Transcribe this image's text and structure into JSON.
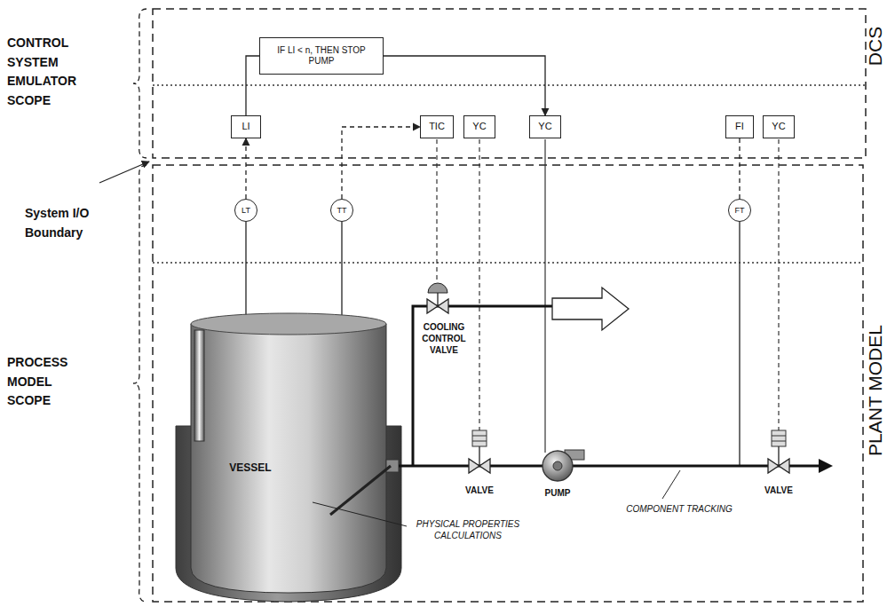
{
  "diagram": {
    "nodes": [
      {
        "text": [
          "IF LI < n, THEN STOP PUMP"
        ]
      },
      {
        "text": [
          "LI"
        ]
      },
      {
        "text": [
          "TIC"
        ]
      },
      {
        "text": [
          "YC"
        ]
      },
      {
        "text": [
          "YC"
        ]
      },
      {
        "text": [
          "FI"
        ]
      },
      {
        "text": [
          "YC"
        ]
      },
      {
        "text": [
          "LT"
        ]
      },
      {
        "text": [
          "TT"
        ]
      },
      {
        "text": [
          "FT"
        ]
      }
    ],
    "edges": [
      {
        "from": 7,
        "to": 1,
        "arrow": "to"
      },
      {
        "from": 8,
        "to": 2,
        "arrow": "to"
      },
      {
        "from": 1,
        "to": 0,
        "arrow": "none"
      },
      {
        "from": 0,
        "to": 4,
        "arrow": "to"
      },
      {
        "from": 9,
        "to": 5,
        "arrow": "none"
      }
    ],
    "labels": [
      "CONTROL SYSTEM EMULATOR SCOPE",
      "System I/O Boundary",
      "PROCESS MODEL SCOPE",
      "DCS",
      "PLANT MODEL",
      "COOLING CONTROL VALVE",
      "VALVE",
      "PUMP",
      "VALVE",
      "VESSEL",
      "COMPONENT TRACKING",
      "PHYSICAL PROPERTIES CALCULATIONS"
    ]
  }
}
